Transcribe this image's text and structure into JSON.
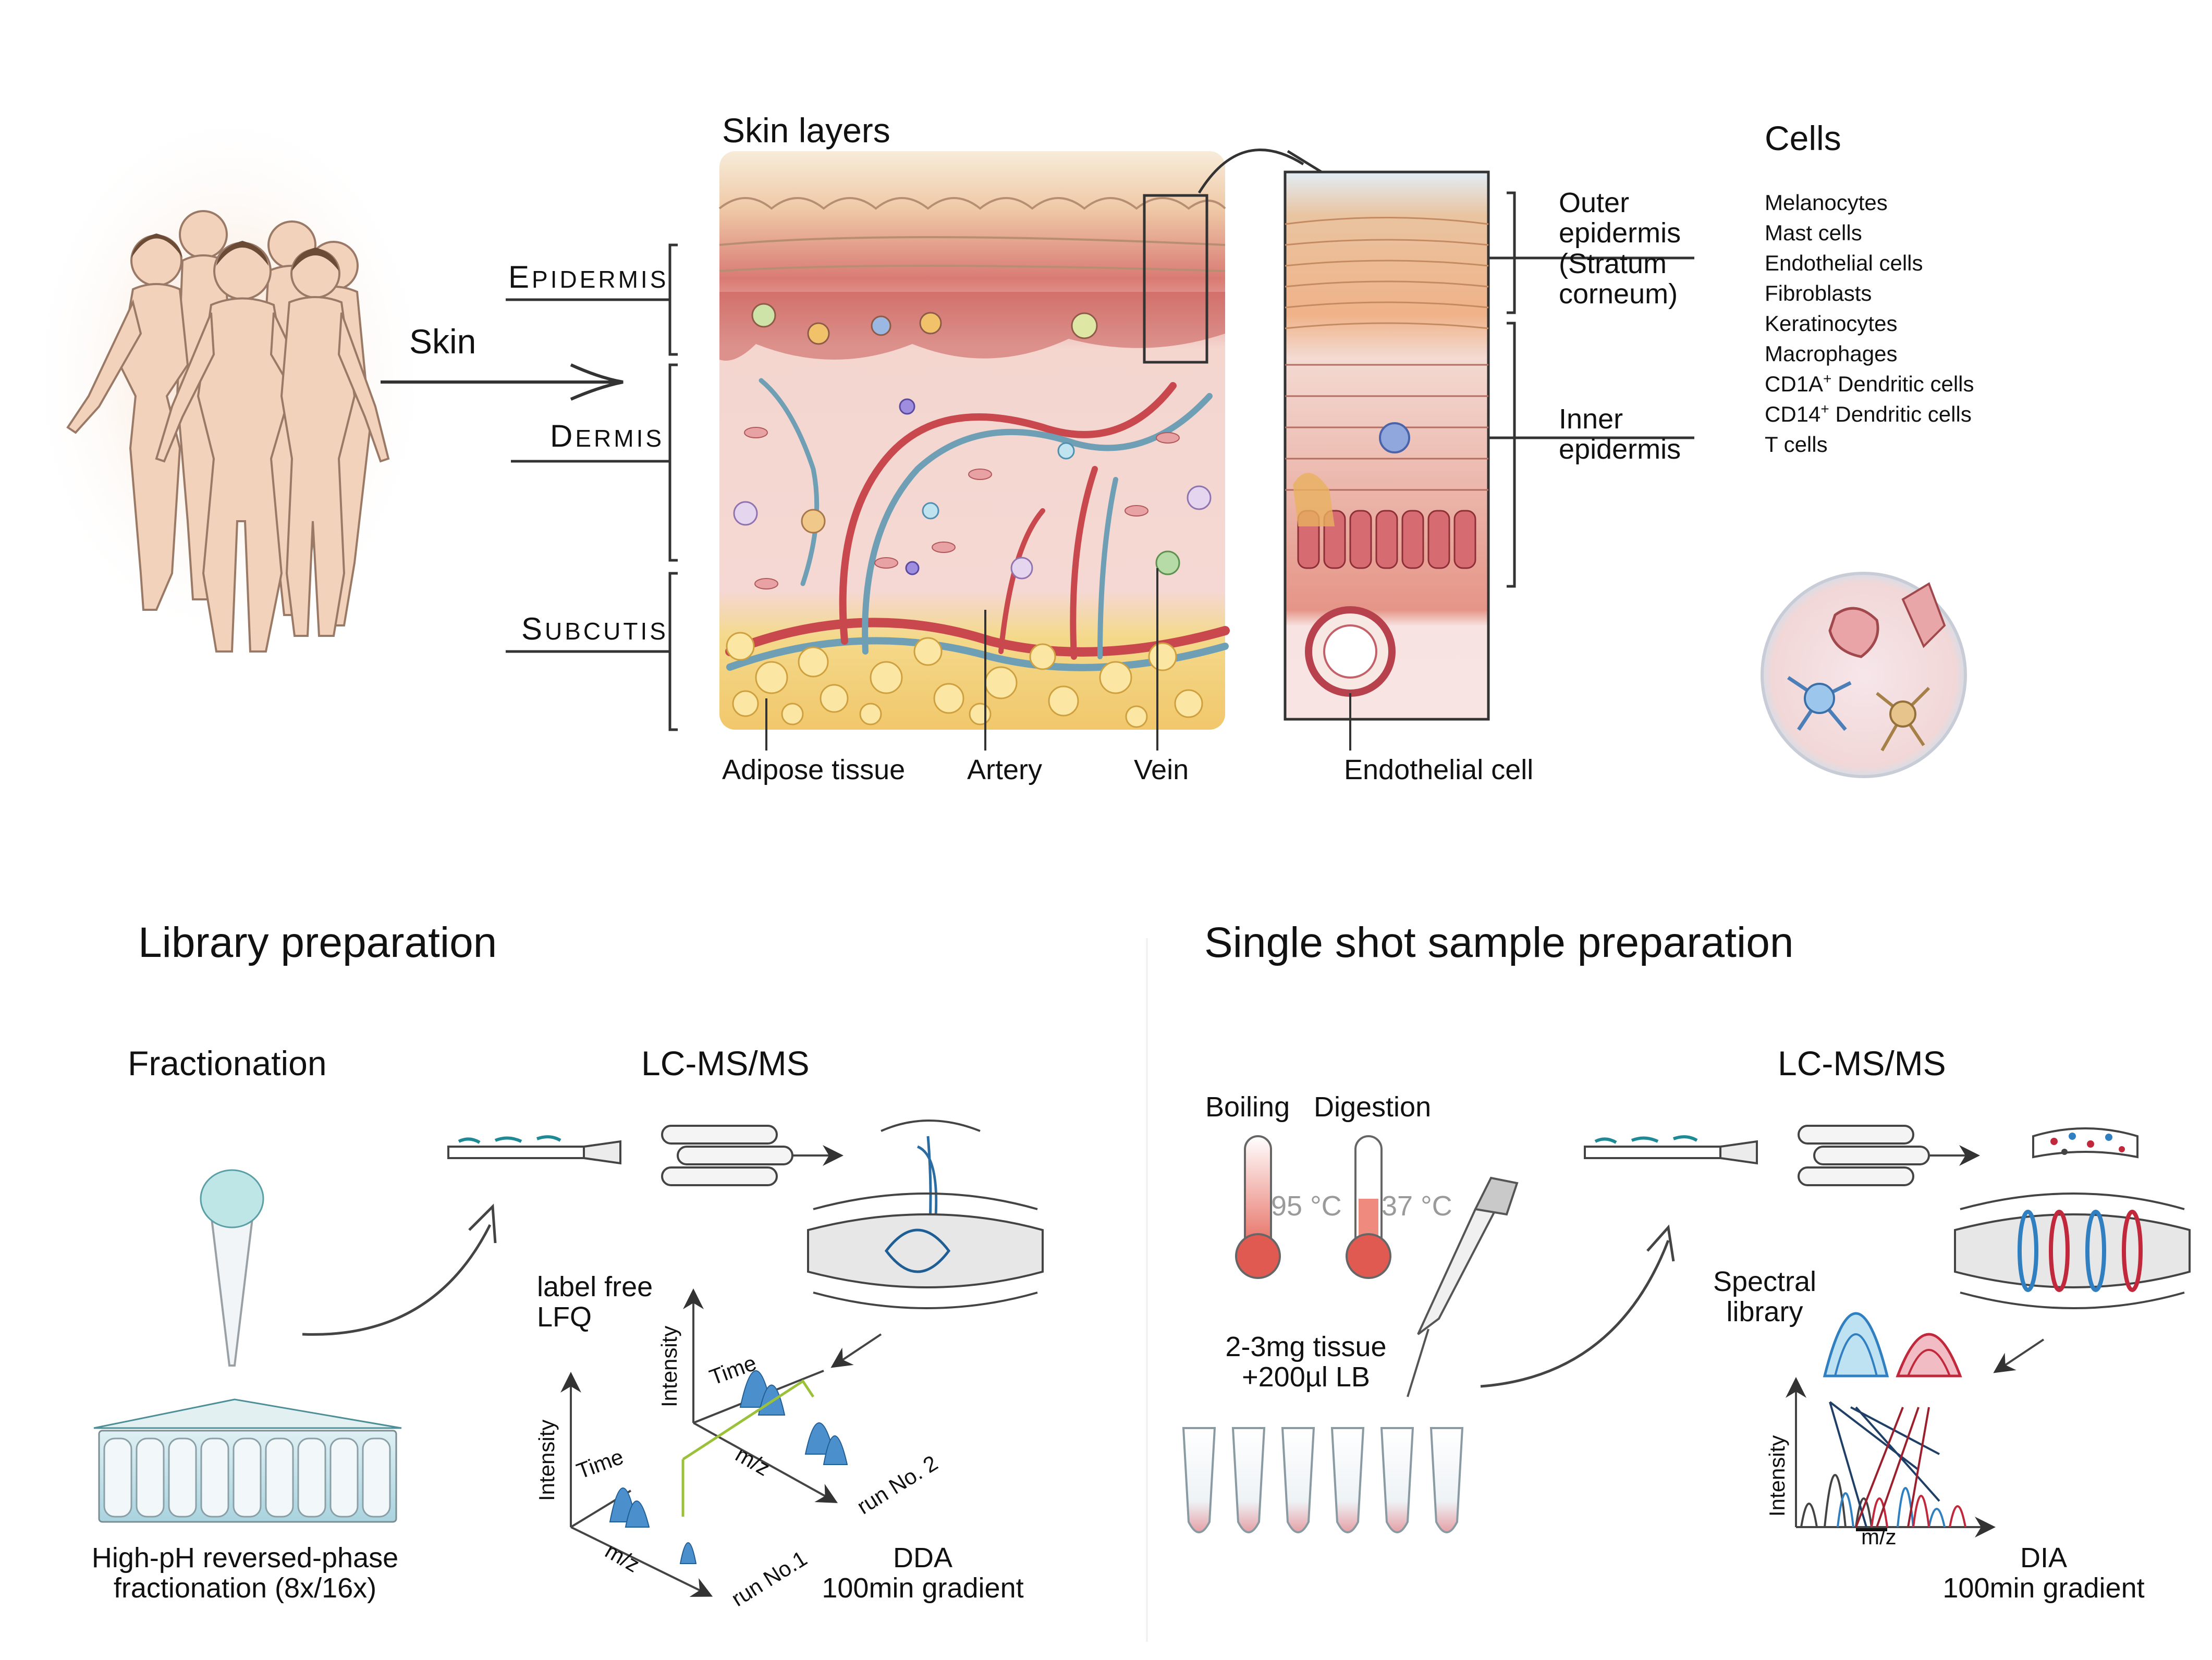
{
  "skin_section": {
    "left_label": "Skin",
    "title": "Skin layers",
    "layers": [
      {
        "first": "E",
        "rest": "PIDERMIS"
      },
      {
        "first": "D",
        "rest": "ERMIS"
      },
      {
        "first": "S",
        "rest": "UBCUTIS"
      }
    ],
    "bottom_labels": {
      "adipose": "Adipose tissue",
      "artery": "Artery",
      "vein": "Vein",
      "endothelial": "Endothelial cell"
    },
    "outer_epidermis": "Outer\nepidermis\n(Stratum\ncorneum)",
    "inner_epidermis": "Inner\nepidermis"
  },
  "cells_section": {
    "title": "Cells",
    "items": [
      {
        "text": "Melanocytes",
        "sup": "",
        "rest": ""
      },
      {
        "text": "Mast cells",
        "sup": "",
        "rest": ""
      },
      {
        "text": "Endothelial cells",
        "sup": "",
        "rest": ""
      },
      {
        "text": "Fibroblasts",
        "sup": "",
        "rest": ""
      },
      {
        "text": "Keratinocytes",
        "sup": "",
        "rest": ""
      },
      {
        "text": "Macrophages",
        "sup": "",
        "rest": ""
      },
      {
        "text": "CD1A",
        "sup": "+",
        "rest": " Dendritic cells"
      },
      {
        "text": "CD14",
        "sup": "+",
        "rest": " Dendritic cells"
      },
      {
        "text": "T cells",
        "sup": "",
        "rest": ""
      }
    ]
  },
  "library_section": {
    "title": "Library preparation",
    "fractionation": "Fractionation",
    "lcms": "LC-MS/MS",
    "fraction_caption": "High-pH reversed-phase\nfractionation (8x/16x)",
    "label_free": "label free\nLFQ",
    "intensity": "Intensity",
    "time": "Time",
    "mz": "m/z",
    "run1": "run No.1",
    "run2": "run No. 2",
    "dda": "DDA\n100min gradient"
  },
  "single_shot_section": {
    "title": "Single shot sample preparation",
    "lcms": "LC-MS/MS",
    "boiling": "Boiling",
    "digestion": "Digestion",
    "temp1": "95 °C",
    "temp2": "37 °C",
    "tissue": "2-3mg tissue\n+200µl LB",
    "spectral": "Spectral\nlibrary",
    "intensity": "Intensity",
    "mz": "m/z",
    "dia": "DIA\n100min gradient"
  },
  "colors": {
    "epidermis": "#f4c9a8",
    "dermis": "#f6d3cf",
    "fat": "#f6dc86",
    "artery": "#c9484d",
    "vein": "#6f9fb4",
    "peak_blue": "#2f7fc1",
    "peak_red": "#c2283c",
    "run_line": "#9bc13a"
  }
}
